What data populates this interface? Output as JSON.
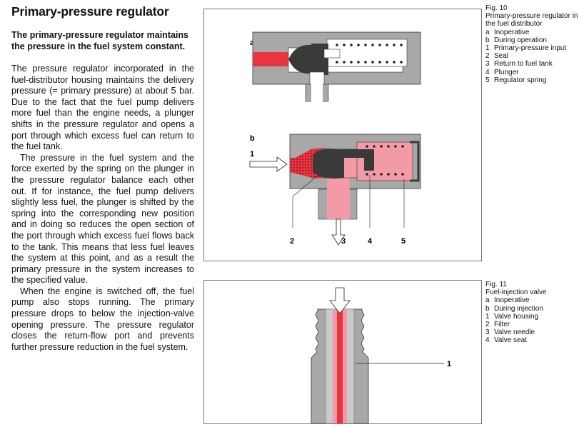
{
  "title": "Primary-pressure regulator",
  "lead": "The primary-pressure regulator maintains the pressure in the fuel system constant.",
  "paragraphs": [
    "The pressure regulator incorporated in the fuel-distributor housing maintains the delivery pressure (= primary pressure) at about 5 bar. Due to the fact that the fuel pump delivers more fuel than the engine needs, a plunger shifts in the pressure regulator and opens a port through which excess fuel can return to the fuel tank.",
    "The pressure in the fuel system and the force exerted by the spring on the plunger in the pressure regulator balance each other out. If for instance, the fuel pump delivers slightly less fuel, the plunger is shifted by the spring into the corresponding new position and in doing so reduces the open section of the port through which excess fuel flows back to the tank. This means that less fuel leaves the system at this point, and as a result the primary pressure in the system increases to the specified value.",
    "When the engine is switched off, the fuel pump also stops running. The primary pressure drops to below the injection-valve opening pressure. The pressure regulator closes the return-flow port and prevents further pressure reduction in the fuel system."
  ],
  "fig10": {
    "label": "Fig. 10",
    "title": "Primary-pressure regulator in the fuel distributor",
    "items": [
      {
        "key": "a",
        "text": "Inoperative"
      },
      {
        "key": "b",
        "text": "During operation"
      },
      {
        "key": "1",
        "text": "Primary-pressure input"
      },
      {
        "key": "2",
        "text": "Seal"
      },
      {
        "key": "3",
        "text": "Return to fuel tank"
      },
      {
        "key": "4",
        "text": "Plunger"
      },
      {
        "key": "5",
        "text": "Regulator spring"
      }
    ],
    "diagram_labels": {
      "a": "a",
      "b": "b",
      "n1": "1",
      "n2": "2",
      "n3": "3",
      "n4": "4",
      "n5": "5"
    }
  },
  "fig11": {
    "label": "Fig. 11",
    "title": "Fuel-injection valve",
    "items": [
      {
        "key": "a",
        "text": "Inoperative"
      },
      {
        "key": "b",
        "text": "During injection"
      },
      {
        "key": "1",
        "text": "Valve housing"
      },
      {
        "key": "2",
        "text": "Filter"
      },
      {
        "key": "3",
        "text": "Valve needle"
      },
      {
        "key": "4",
        "text": "Valve seat"
      }
    ],
    "diagram_labels": {
      "n1": "1"
    }
  },
  "colors": {
    "housing": "#a8a8a8",
    "dark": "#3a3a3a",
    "fuel": "#f29aa6",
    "fuel_red": "#e8353f"
  }
}
